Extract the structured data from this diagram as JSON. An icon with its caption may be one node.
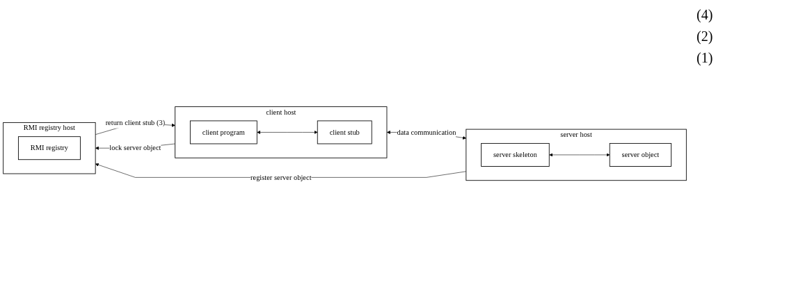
{
  "diagram": {
    "nodes": [
      {
        "text": [
          "client host"
        ]
      },
      {
        "text": [
          "client program"
        ],
        "in": 0
      },
      {
        "text": [
          "client stub"
        ],
        "in": 0
      },
      {
        "text": [
          "server host"
        ]
      },
      {
        "text": [
          "server skeleton"
        ],
        "in": 3
      },
      {
        "text": [
          "server object"
        ],
        "in": 3
      },
      {
        "text": [
          "RMI registry host"
        ]
      },
      {
        "text": [
          "RMI registry"
        ],
        "in": 6
      }
    ],
    "edges": [
      {
        "from": 1,
        "to": 2,
        "arrow": "both"
      },
      {
        "from": 0,
        "to": 3,
        "label": "data communication",
        "arrow": "both"
      },
      {
        "from": 4,
        "to": 5,
        "arrow": "both"
      },
      {
        "from": 3,
        "to": 6,
        "label": "register server object",
        "arrow": "to"
      },
      {
        "from": 6,
        "to": 0,
        "label": "return client stub (3)",
        "arrow": "to"
      },
      {
        "from": 0,
        "to": 6,
        "label": "lock server object",
        "arrow": "to"
      }
    ],
    "labels": [
      "(4)",
      "(2)",
      "(1)"
    ]
  }
}
